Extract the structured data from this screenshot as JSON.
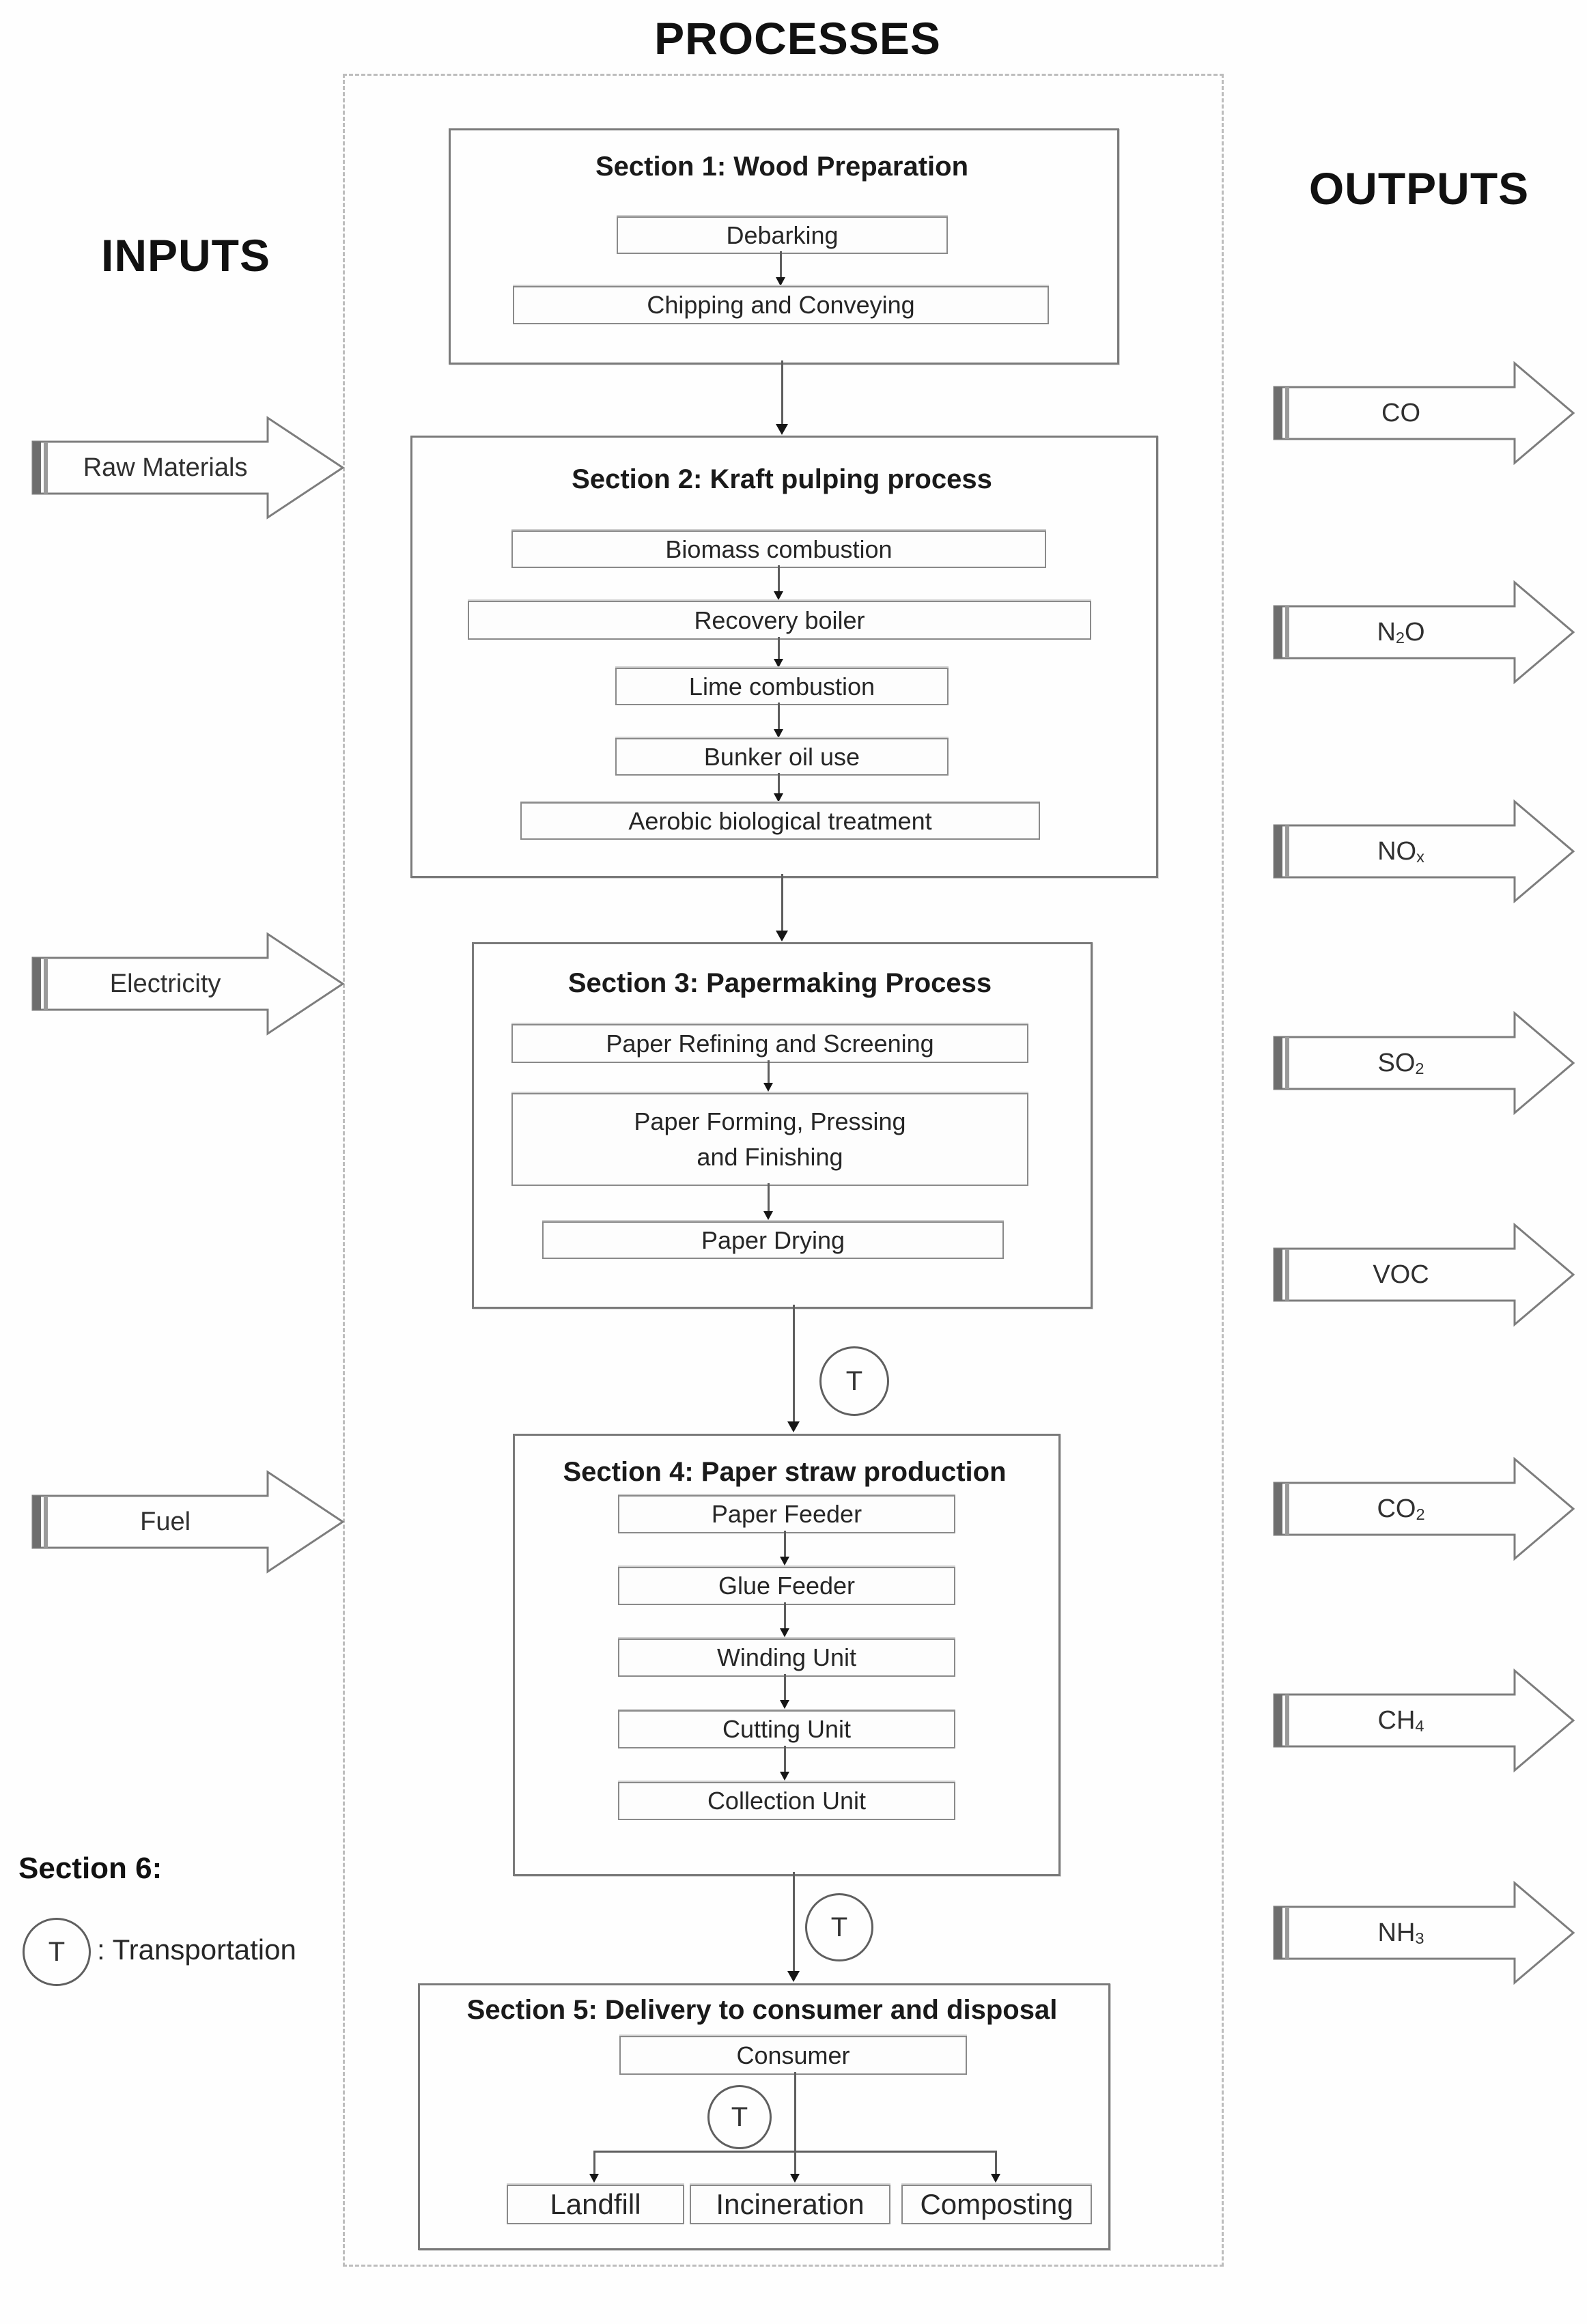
{
  "diagram": {
    "column_titles": {
      "inputs": "INPUTS",
      "processes": "PROCESSES",
      "outputs": "OUTPUTS"
    },
    "inputs": [
      {
        "label": "Raw Materials"
      },
      {
        "label": "Electricity"
      },
      {
        "label": "Fuel"
      }
    ],
    "outputs": [
      {
        "pre": "CO",
        "sub": "",
        "post": ""
      },
      {
        "pre": "N",
        "sub": "2",
        "post": "O"
      },
      {
        "pre": "NO",
        "sub": "x",
        "post": ""
      },
      {
        "pre": "SO",
        "sub": "2",
        "post": ""
      },
      {
        "pre": "VOC",
        "sub": "",
        "post": ""
      },
      {
        "pre": "CO",
        "sub": "2",
        "post": ""
      },
      {
        "pre": "CH",
        "sub": "4",
        "post": ""
      },
      {
        "pre": "NH",
        "sub": "3",
        "post": ""
      }
    ],
    "sections": [
      {
        "title": "Section 1: Wood Preparation",
        "steps": [
          "Debarking",
          "Chipping and Conveying"
        ]
      },
      {
        "title": "Section 2: Kraft pulping process",
        "steps": [
          "Biomass combustion",
          "Recovery boiler",
          "Lime combustion",
          "Bunker oil use",
          "Aerobic biological treatment"
        ]
      },
      {
        "title": "Section 3: Papermaking Process",
        "steps": [
          "Paper Refining and Screening",
          "Paper Forming, Pressing\nand Finishing",
          "Paper Drying"
        ]
      },
      {
        "title": "Section 4: Paper straw production",
        "steps": [
          "Paper Feeder",
          "Glue Feeder",
          "Winding Unit",
          "Cutting Unit",
          "Collection Unit"
        ]
      },
      {
        "title": "Section 5: Delivery to consumer and disposal",
        "steps": [
          "Consumer"
        ],
        "disposal": [
          "Landfill",
          "Incineration",
          "Composting"
        ]
      }
    ],
    "transport": {
      "symbol": "T"
    },
    "legend": {
      "heading": "Section 6:",
      "symbol": "T",
      "label": ": Transportation"
    },
    "colors": {
      "line": "#5e5e5e",
      "box_border": "#8a8a8a",
      "section_border": "#7a7a7a",
      "dashed_border": "#bdbdbd",
      "arrow_outline": "#7d7d7d",
      "tail_stripe_dark": "#6e6e6e",
      "tail_stripe_light": "#9a9a9a",
      "text": "#262626"
    }
  }
}
